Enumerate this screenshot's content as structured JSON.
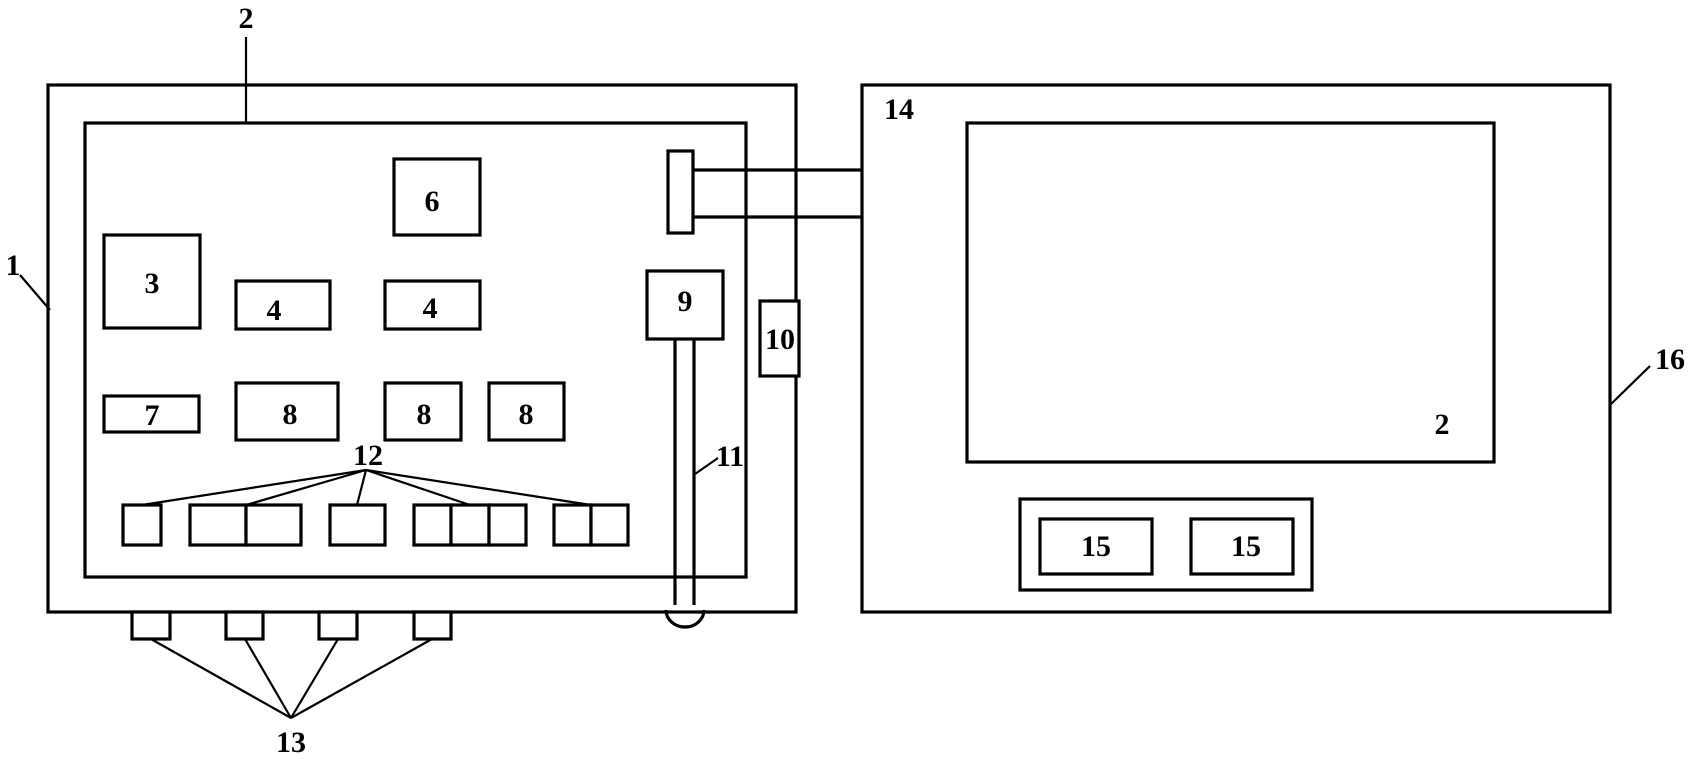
{
  "labels": {
    "outer_case": "1",
    "board_top": "2",
    "board_right": "2",
    "block_3": "3",
    "block_4a": "4",
    "block_4b": "4",
    "block_6": "6",
    "block_7": "7",
    "block_8a": "8",
    "block_8b": "8",
    "block_8c": "8",
    "block_9": "9",
    "block_10": "10",
    "rod_11": "11",
    "connectors_12": "12",
    "connectors_13": "13",
    "cable_14": "14",
    "block_15a": "15",
    "block_15b": "15",
    "outer_case_right": "16"
  },
  "colors": {
    "stroke": "#000000",
    "background": "#ffffff"
  }
}
